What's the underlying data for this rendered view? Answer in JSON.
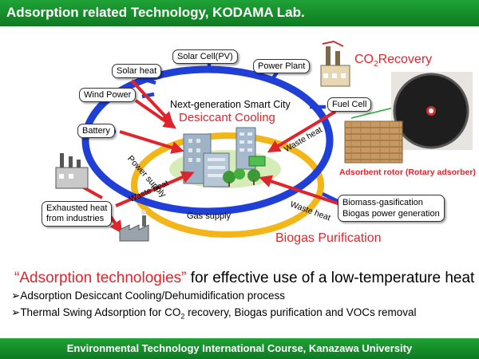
{
  "header": {
    "title": "Adsorption related Technology, KODAMA Lab."
  },
  "diagram": {
    "sources": {
      "solar_pv": "Solar Cell(PV)",
      "power_plant": "Power Plant",
      "solar_heat": "Solar heat",
      "wind_power": "Wind Power",
      "battery": "Battery",
      "fuel_cell": "Fuel Cell",
      "exhausted_heat_line1": "Exhausted heat",
      "exhausted_heat_line2": "from industries",
      "biomass_line1": "Biomass-gasification",
      "biomass_line2": "Biogas power generation"
    },
    "center": {
      "title": "Next-generation Smart City",
      "subtitle": "Desiccant Cooling"
    },
    "flows": {
      "power_supply": "Power supply",
      "gas_supply": "Gas supply",
      "waste_heat_left": "Waste heat",
      "waste_heat_fuel": "Waste heat",
      "waste_heat_bio": "Waste heat"
    },
    "co2_recovery": {
      "prefix": "CO",
      "sub": "2",
      "suffix": "Recovery"
    },
    "biogas_purification": "Biogas Purification",
    "rotor_caption": "Adsorbent rotor (Rotary adsorber)"
  },
  "main": {
    "heading_quoted": "“Adsorption technologies”",
    "heading_rest": " for effective use of a low-temperature heat",
    "bullet_marker": "➢",
    "bullet1": "Adsorption Desiccant Cooling/Dehumidification process",
    "bullet2_prefix": "Thermal Swing Adsorption for CO",
    "bullet2_sub": "2",
    "bullet2_suffix": " recovery, Biogas purification and VOCs removal"
  },
  "footer": {
    "text": "Environmental Technology International Course, Kanazawa University"
  },
  "colors": {
    "header_green": "#1a9630",
    "accent_red": "#e0242c",
    "power_ring_blue": "#1f3fd6",
    "gas_ring_yellow": "#f2b619"
  }
}
